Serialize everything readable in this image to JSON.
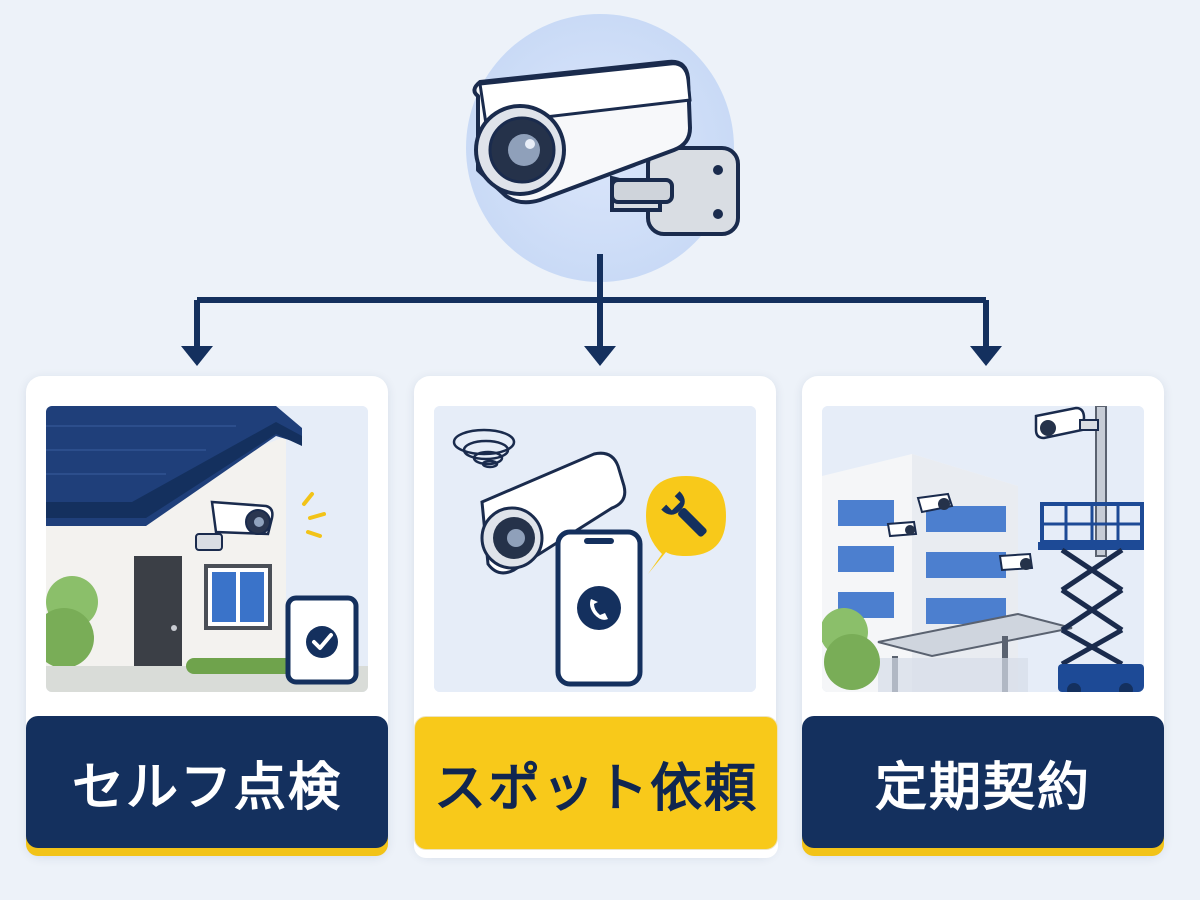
{
  "colors": {
    "navy": "#14305e",
    "yellow": "#f8c91a",
    "background": "#edf2f9",
    "card": "#ffffff"
  },
  "hub": {
    "icon": "security-camera-icon"
  },
  "options": [
    {
      "label": "セルフ点検",
      "icon": "house-camera-tablet-check-icon",
      "style": "navy"
    },
    {
      "label": "スポット依頼",
      "icon": "camera-phone-wrench-icon",
      "style": "yellow"
    },
    {
      "label": "定期契約",
      "icon": "building-cameras-lift-icon",
      "style": "navy"
    }
  ]
}
